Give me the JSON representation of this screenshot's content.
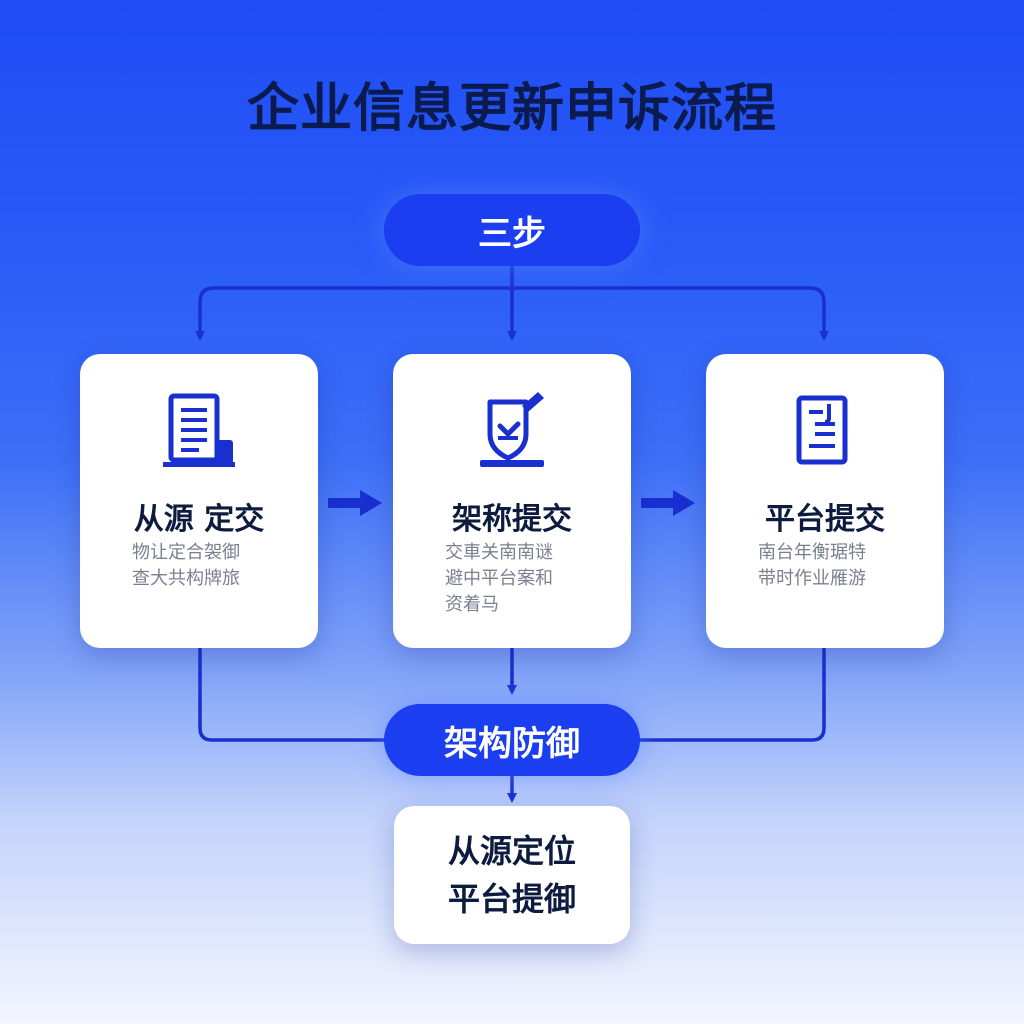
{
  "title": "企业信息更新申诉流程",
  "top_pill": "三步",
  "steps": [
    {
      "title": "从源 定交",
      "icon": "document-icon",
      "desc": [
        "物让定合袈御",
        "查大共构牌旅"
      ]
    },
    {
      "title": "架称提交",
      "icon": "shield-sign-icon",
      "desc": [
        "交車关南南谜",
        "避中平台案和",
        "资着马"
      ]
    },
    {
      "title": "平台提交",
      "icon": "form-icon",
      "desc": [
        "南台年衡琚特",
        "带时作业雁游"
      ]
    }
  ],
  "bottom_pill": "架构防御",
  "result": {
    "line1": "从源定位",
    "line2": "平台提御"
  },
  "colors": {
    "accent": "#1a3ef0",
    "line": "#1a2fd0",
    "text_dark": "#0d1b3f"
  }
}
